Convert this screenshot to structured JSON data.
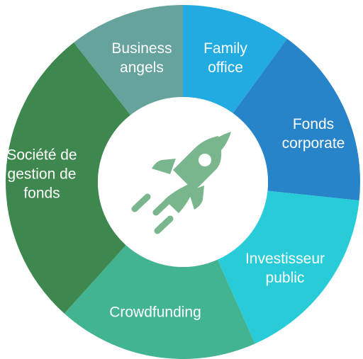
{
  "diagram": {
    "segments": [
      {
        "label": "Family\noffice",
        "color": "#22ABE0"
      },
      {
        "label": "Fonds\ncorporate",
        "color": "#2784C8"
      },
      {
        "label": "Investisseur\npublic",
        "color": "#28CBD8"
      },
      {
        "label": "Crowdfunding",
        "color": "#43B491"
      },
      {
        "label": "Société de\ngestion de\nfonds",
        "color": "#3E8850"
      },
      {
        "label": "Business\nangels",
        "color": "#66A39D"
      }
    ],
    "center_icon": "rocket-icon",
    "center_icon_color": "#7AB68D",
    "center_fill": "#ffffff"
  }
}
